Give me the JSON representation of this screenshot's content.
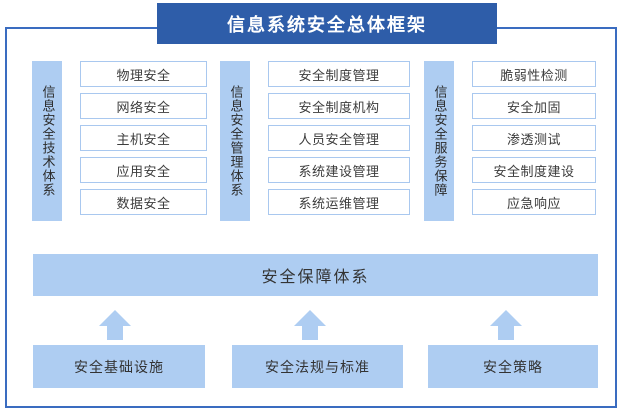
{
  "diagram": {
    "title": "信息系统安全总体框架",
    "accent_color": "#2e5da9",
    "fill_color": "#aecdf2",
    "border_color": "#a9c8ef",
    "frame_color": "#3a6cc0"
  },
  "pillars": [
    {
      "label": "信息安全技术体系",
      "items": [
        "物理安全",
        "网络安全",
        "主机安全",
        "应用安全",
        "数据安全"
      ]
    },
    {
      "label": "信息安全管理体系",
      "items": [
        "安全制度管理",
        "安全制度机构",
        "人员安全管理",
        "系统建设管理",
        "系统运维管理"
      ]
    },
    {
      "label": "信息安全服务保障",
      "items": [
        "脆弱性检测",
        "安全加固",
        "渗透测试",
        "安全制度建设",
        "应急响应"
      ]
    }
  ],
  "wide_bar": {
    "label": "安全保障体系"
  },
  "foundations": [
    {
      "label": "安全基础设施",
      "arrow": "up-arrow-icon"
    },
    {
      "label": "安全法规与标准",
      "arrow": "up-arrow-icon"
    },
    {
      "label": "安全策略",
      "arrow": "up-arrow-icon"
    }
  ]
}
